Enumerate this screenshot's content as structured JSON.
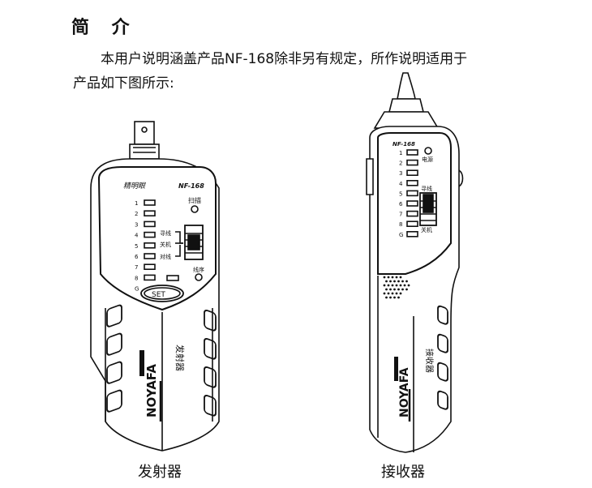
{
  "section": {
    "title": "简 介"
  },
  "intro": {
    "line1": "本用户说明涵盖产品NF-168除非另有规定，所作说明适用于",
    "line2": "产品如下图所示:"
  },
  "transmitter": {
    "caption": "发射器",
    "logo_script": "精明眼",
    "model": "NF-168",
    "leds": [
      "1",
      "2",
      "3",
      "4",
      "5",
      "6",
      "7",
      "8",
      "G"
    ],
    "scan_label": "扫描",
    "switch_labels": [
      "寻线",
      "关机",
      "对线"
    ],
    "seq_label": "线序",
    "set_button": "SET",
    "brand": "NOYAFA",
    "body_label": "发射器"
  },
  "receiver": {
    "caption": "接收器",
    "model": "NF-168",
    "leds": [
      "1",
      "2",
      "3",
      "4",
      "5",
      "6",
      "7",
      "8",
      "G"
    ],
    "power_label": "电源",
    "switch_labels": [
      "寻线",
      "关机"
    ],
    "brand": "NOYAFA",
    "body_label": "接收器"
  }
}
